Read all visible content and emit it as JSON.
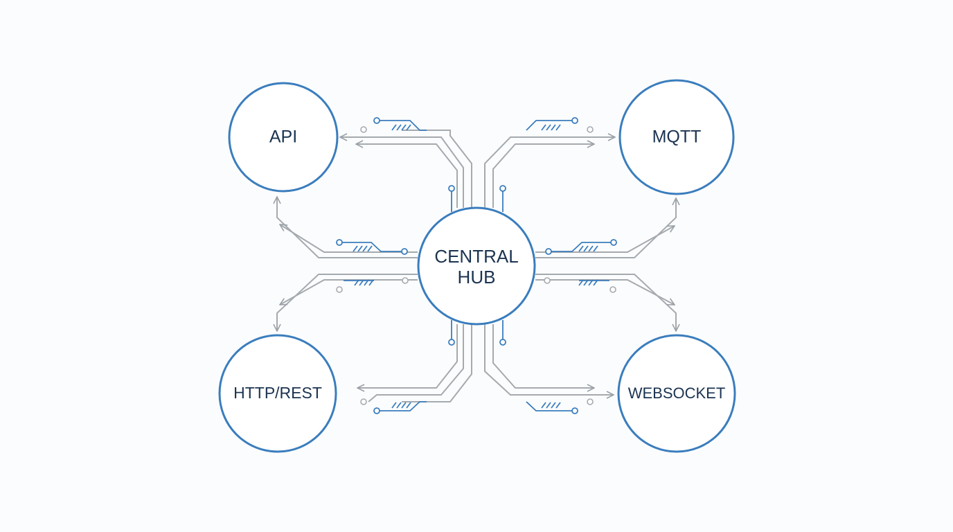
{
  "diagram": {
    "center": {
      "label_line1": "CENTRAL",
      "label_line2": "HUB"
    },
    "nodes": {
      "api": "API",
      "mqtt": "MQTT",
      "http": "HTTP/REST",
      "websocket": "WEBSOCKET"
    }
  },
  "colors": {
    "node_stroke": "#3a7dbd",
    "connector": "#9aa0a6",
    "circuit_accent": "#3a7dbd",
    "text": "#1b3350",
    "background": "#fbfcfd"
  }
}
